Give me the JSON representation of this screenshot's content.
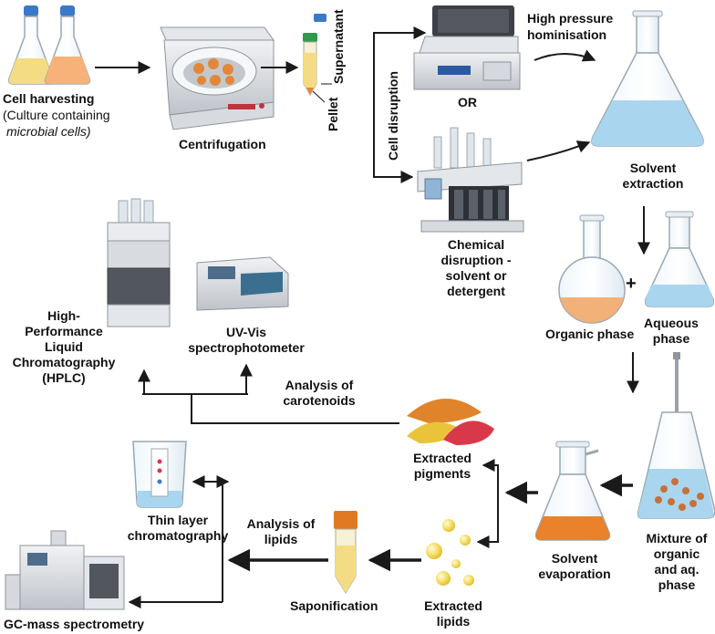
{
  "steps": {
    "cell_harvesting": "Cell harvesting",
    "culture_line1": "(Culture containing",
    "culture_line2": "microbial cells)",
    "centrifugation": "Centrifugation",
    "supernatant": "Supernatant",
    "pellet": "Pellet",
    "cell_disruption": "Cell disruption",
    "high_pressure_line1": "High pressure",
    "high_pressure_line2": "hominisation",
    "or": "OR",
    "chemical_line1": "Chemical",
    "chemical_line2": "disruption -",
    "chemical_line3": "solvent or",
    "chemical_line4": "detergent",
    "solvent_extraction_line1": "Solvent",
    "solvent_extraction_line2": "extraction",
    "plus": "+",
    "organic_phase": "Organic phase",
    "aqueous_line1": "Aqueous",
    "aqueous_line2": "phase",
    "mixture_line1": "Mixture of",
    "mixture_line2": "organic",
    "mixture_line3": "and aq.",
    "mixture_line4": "phase",
    "solvent_evap_line1": "Solvent",
    "solvent_evap_line2": "evaporation",
    "extracted_pigments_line1": "Extracted",
    "extracted_pigments_line2": "pigments",
    "extracted_lipids_line1": "Extracted",
    "extracted_lipids_line2": "lipids",
    "analysis_carotenoids_line1": "Analysis of",
    "analysis_carotenoids_line2": "carotenoids",
    "hplc_line1": "High-",
    "hplc_line2": "Performance",
    "hplc_line3": "Liquid",
    "hplc_line4": "Chromatography",
    "hplc_line5": "(HPLC)",
    "uvvis_line1": "UV-Vis",
    "uvvis_line2": "spectrophotometer",
    "tlc_line1": "Thin layer",
    "tlc_line2": "chromatography",
    "analysis_lipids_line1": "Analysis of",
    "analysis_lipids_line2": "lipids",
    "saponification": "Saponification",
    "gcms": "GC-mass spectrometry"
  },
  "colors": {
    "arrow": "#1a1a1a",
    "yellow_culture": "#f3dc83",
    "orange_culture": "#f7b27a",
    "solvent_blue": "#a9d6ee",
    "organic_orange": "#f3b17a",
    "pigment_orange": "#e0842c",
    "pigment_red": "#d9384a",
    "pigment_yellow": "#e9c43b",
    "lipid_yellow": "#f4dc5c",
    "cap_green": "#2e9a4a",
    "cap_blue": "#3a79c8",
    "cap_orange": "#e07a22"
  }
}
